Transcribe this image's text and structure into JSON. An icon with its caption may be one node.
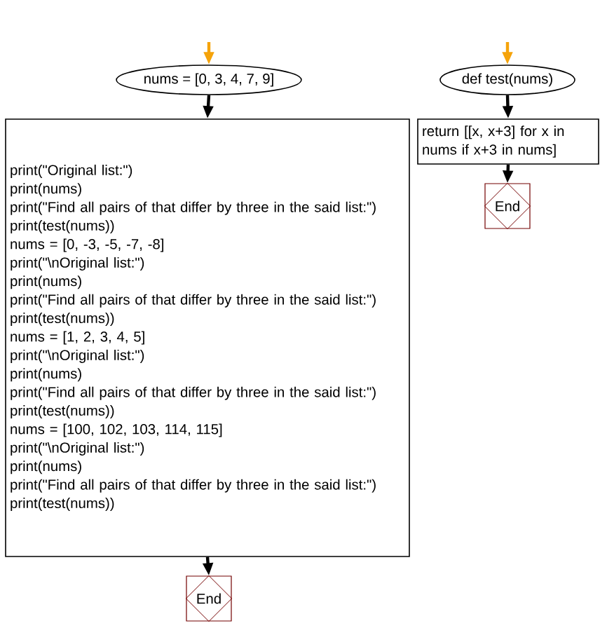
{
  "diagram": {
    "nodes": [
      {
        "text": [
          "nums = [0, 3, 4, 7, 9]"
        ]
      },
      {
        "text": [
          "print(\"Original list:\")",
          "print(nums)",
          "print(\"Find all pairs of that differ by three in the said list:\")",
          "print(test(nums))",
          "nums = [0, -3, -5, -7, -8]",
          "print(\"\\nOriginal list:\")",
          "print(nums)",
          "print(\"Find all pairs of that differ by three in the said list:\")",
          "print(test(nums))",
          "nums = [1, 2, 3, 4, 5]",
          "print(\"\\nOriginal list:\")",
          "print(nums)",
          "print(\"Find all pairs of that differ by three in the said list:\")",
          "print(test(nums))",
          "nums = [100, 102, 103, 114, 115]",
          "print(\"\\nOriginal list:\")",
          "print(nums)",
          "print(\"Find all pairs of that differ by three in the said list:\")",
          "print(test(nums))"
        ]
      },
      {
        "text": [
          "End"
        ]
      },
      {
        "text": [
          "def test(nums)"
        ]
      },
      {
        "text": [
          "return [[x, x+3] for x in nums if x+3 in nums]"
        ]
      },
      {
        "text": [
          "End"
        ]
      }
    ],
    "edges": [
      {
        "from": null,
        "to": 0,
        "arrow": "to",
        "color": "#f5a30a"
      },
      {
        "from": 0,
        "to": 1,
        "arrow": "to"
      },
      {
        "from": 1,
        "to": 2,
        "arrow": "to"
      },
      {
        "from": null,
        "to": 3,
        "arrow": "to",
        "color": "#f5a30a"
      },
      {
        "from": 3,
        "to": 4,
        "arrow": "to"
      },
      {
        "from": 4,
        "to": 5,
        "arrow": "to"
      }
    ]
  }
}
